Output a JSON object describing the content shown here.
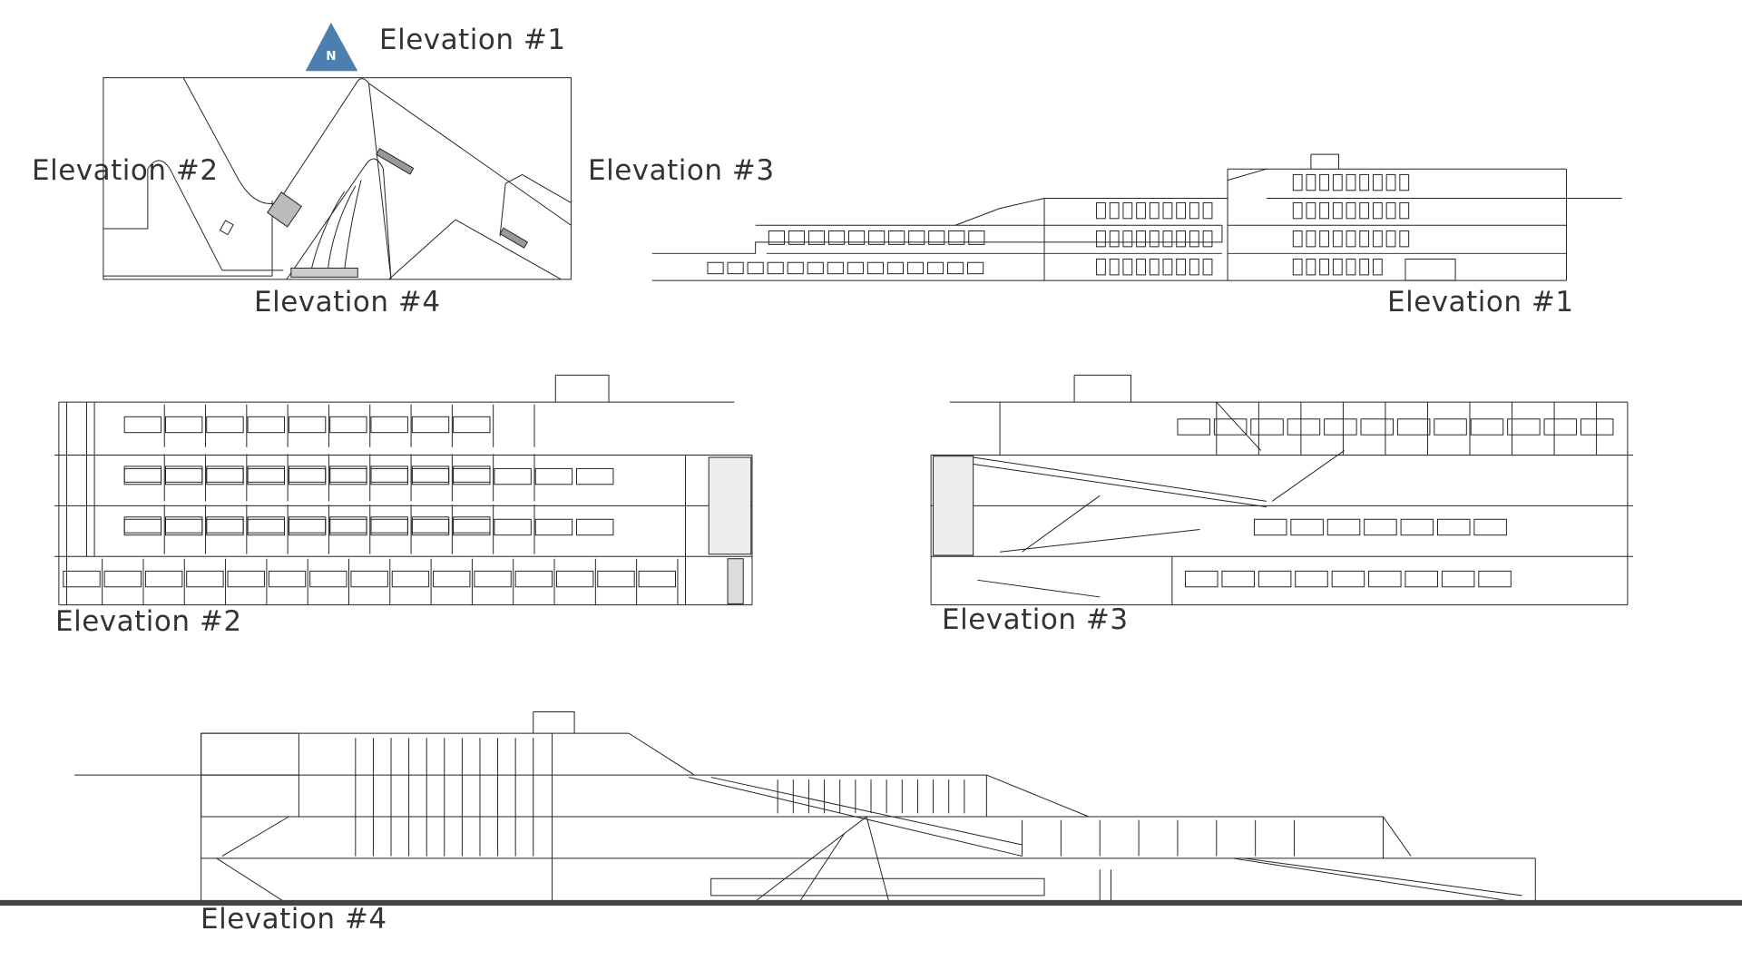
{
  "north_arrow": {
    "letter": "N",
    "color": "#4a7fb0"
  },
  "site_plan": {
    "labels": {
      "top": "Elevation #1",
      "left": "Elevation #2",
      "right": "Elevation #3",
      "bottom": "Elevation #4"
    }
  },
  "elevations": [
    {
      "id": "elevation-1",
      "title": "Elevation #1"
    },
    {
      "id": "elevation-2",
      "title": "Elevation #2"
    },
    {
      "id": "elevation-3",
      "title": "Elevation #3"
    },
    {
      "id": "elevation-4",
      "title": "Elevation #4"
    }
  ],
  "colors": {
    "line": "#222222",
    "ground": "#444444",
    "text": "#333333"
  }
}
